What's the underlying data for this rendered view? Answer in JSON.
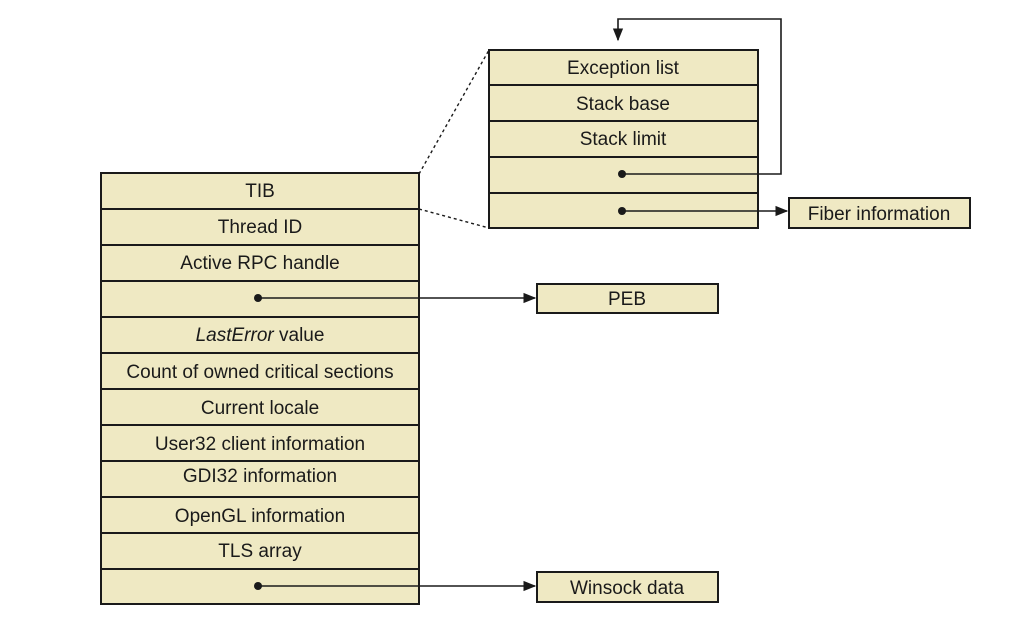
{
  "colors": {
    "cell_fill": "#efe9c3",
    "stroke": "#1a1a1a"
  },
  "thread_block": {
    "rows": [
      {
        "label": "TIB"
      },
      {
        "label": "Thread ID"
      },
      {
        "label": "Active RPC handle"
      },
      {
        "label": ""
      },
      {
        "label_italic": "LastError",
        "label": " value"
      },
      {
        "label": "Count of owned critical sections"
      },
      {
        "label": "Current locale"
      },
      {
        "label": "User32 client information"
      },
      {
        "label": "GDI32 information"
      },
      {
        "label": "OpenGL information"
      },
      {
        "label": "TLS array"
      },
      {
        "label": ""
      }
    ]
  },
  "tib_block": {
    "rows": [
      {
        "label": "Exception list"
      },
      {
        "label": "Stack base"
      },
      {
        "label": "Stack limit"
      },
      {
        "label": ""
      },
      {
        "label": ""
      }
    ]
  },
  "targets": {
    "peb": "PEB",
    "winsock": "Winsock data",
    "fiber": "Fiber information"
  }
}
